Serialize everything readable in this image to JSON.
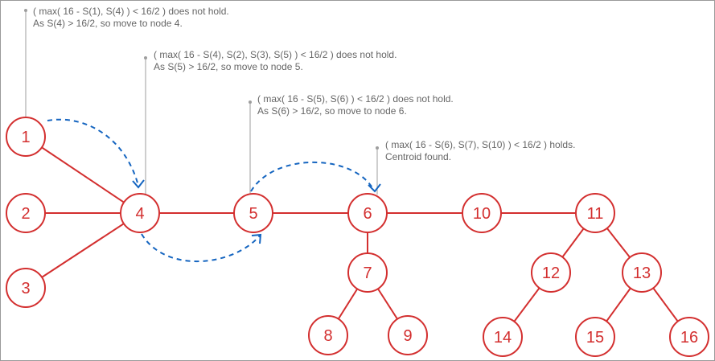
{
  "diagram": {
    "colors": {
      "node": "#d32f2f",
      "edge": "#d32f2f",
      "arrow": "#1565c0",
      "annotation": "#666666"
    },
    "nodes": [
      {
        "id": "n1",
        "label": "1"
      },
      {
        "id": "n2",
        "label": "2"
      },
      {
        "id": "n3",
        "label": "3"
      },
      {
        "id": "n4",
        "label": "4"
      },
      {
        "id": "n5",
        "label": "5"
      },
      {
        "id": "n6",
        "label": "6"
      },
      {
        "id": "n7",
        "label": "7"
      },
      {
        "id": "n8",
        "label": "8"
      },
      {
        "id": "n9",
        "label": "9"
      },
      {
        "id": "n10",
        "label": "10"
      },
      {
        "id": "n11",
        "label": "11"
      },
      {
        "id": "n12",
        "label": "12"
      },
      {
        "id": "n13",
        "label": "13"
      },
      {
        "id": "n14",
        "label": "14"
      },
      {
        "id": "n15",
        "label": "15"
      },
      {
        "id": "n16",
        "label": "16"
      }
    ],
    "edges": [
      [
        "n1",
        "n4"
      ],
      [
        "n2",
        "n4"
      ],
      [
        "n3",
        "n4"
      ],
      [
        "n4",
        "n5"
      ],
      [
        "n5",
        "n6"
      ],
      [
        "n6",
        "n7"
      ],
      [
        "n6",
        "n10"
      ],
      [
        "n7",
        "n8"
      ],
      [
        "n7",
        "n9"
      ],
      [
        "n10",
        "n11"
      ],
      [
        "n11",
        "n12"
      ],
      [
        "n11",
        "n13"
      ],
      [
        "n12",
        "n14"
      ],
      [
        "n13",
        "n15"
      ],
      [
        "n13",
        "n16"
      ]
    ],
    "moves": [
      {
        "from": "n1",
        "to": "n4"
      },
      {
        "from": "n4",
        "to": "n5"
      },
      {
        "from": "n5",
        "to": "n6"
      }
    ],
    "annotations": [
      {
        "target": "n1",
        "line1": "( max( 16 - S(1), S(4) ) < 16/2 )  does not hold.",
        "line2": "As S(4) > 16/2, so move to node 4."
      },
      {
        "target": "n4",
        "line1": "( max( 16 - S(4), S(2), S(3), S(5) ) < 16/2 ) does not hold.",
        "line2": "As S(5) > 16/2, so move to node 5."
      },
      {
        "target": "n5",
        "line1": "( max( 16 - S(5), S(6) ) < 16/2 ) does not hold.",
        "line2": "As S(6) > 16/2, so move to node 6."
      },
      {
        "target": "n6",
        "line1": "( max( 16 - S(6), S(7), S(10) ) < 16/2 ) holds.",
        "line2": "Centroid found."
      }
    ]
  }
}
